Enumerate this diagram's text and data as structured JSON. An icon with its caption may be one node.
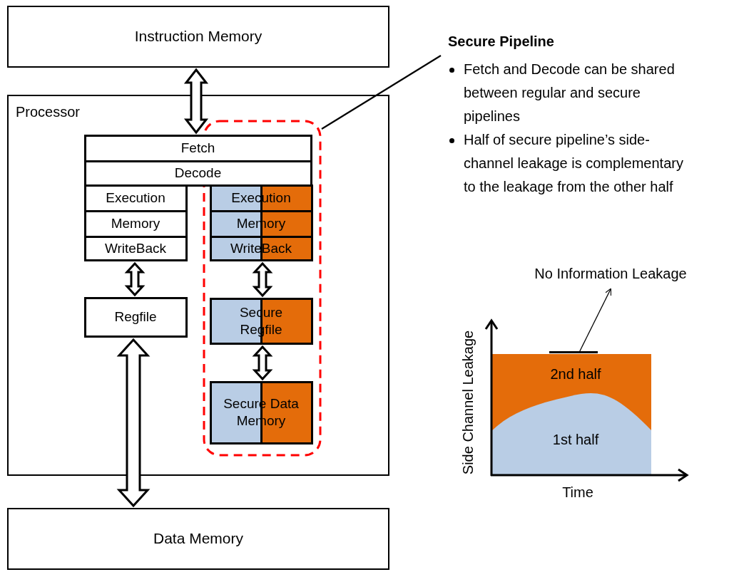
{
  "diagram": {
    "nodes": [
      {
        "text": [
          "Instruction Memory"
        ]
      },
      {
        "text": [
          "Processor"
        ]
      },
      {
        "text": [
          "Fetch"
        ],
        "in": 1
      },
      {
        "text": [
          "Decode"
        ],
        "in": 1
      },
      {
        "text": [
          "Execution"
        ],
        "in": 1
      },
      {
        "text": [
          "Memory"
        ],
        "in": 1
      },
      {
        "text": [
          "WriteBack"
        ],
        "in": 1
      },
      {
        "text": [
          "Regfile"
        ],
        "in": 1
      },
      {
        "text": [],
        "shape": "box",
        "in": 1
      },
      {
        "text": [
          "Secure Pipeline",
          "Fetch and Decode can be shared between regular and secure pipelines",
          "Half of secure pipeline’s side-channel leakage is complementary to the leakage from the other half"
        ]
      },
      {
        "text": [
          "Execution"
        ],
        "in": 8
      },
      {
        "text": [
          "Memory"
        ],
        "in": 8
      },
      {
        "text": [
          "WriteBack"
        ],
        "in": 8
      },
      {
        "text": [
          "Secure Regfile"
        ],
        "in": 8
      },
      {
        "text": [
          "Secure Data Memory"
        ],
        "in": 8
      },
      {
        "text": [
          "Data Memory"
        ]
      },
      {
        "text": [
          "No Information Leakage"
        ]
      },
      {
        "text": [],
        "shape": "bar"
      }
    ],
    "edges": [
      {
        "from": 0,
        "to": 2,
        "arrow": "both"
      },
      {
        "from": 6,
        "to": 7,
        "arrow": "both"
      },
      {
        "from": 7,
        "to": 15,
        "arrow": "both"
      },
      {
        "from": 12,
        "to": 13,
        "arrow": "both"
      },
      {
        "from": 13,
        "to": 14,
        "arrow": "both"
      },
      {
        "from": 9,
        "to": 8,
        "arrow": "none"
      },
      {
        "from": 17,
        "to": 16,
        "arrow": "to"
      }
    ],
    "labels": [
      "2nd half",
      "1st half",
      "Side Channel Leakage",
      "Time"
    ]
  }
}
